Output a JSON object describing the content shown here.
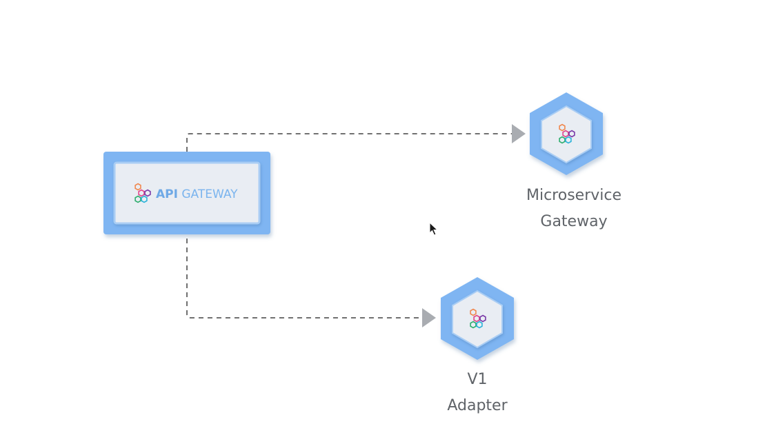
{
  "diagram": {
    "source": {
      "logo_text_strong": "API",
      "logo_text_rest": " GATEWAY"
    },
    "nodes": [
      {
        "id": "microservice-gateway",
        "label_lines": [
          "Microservice",
          "Gateway"
        ]
      },
      {
        "id": "v1-adapter",
        "label_lines": [
          "V1",
          "Adapter"
        ]
      }
    ],
    "edges": [
      {
        "from": "api-gateway",
        "to": "microservice-gateway",
        "style": "dashed"
      },
      {
        "from": "api-gateway",
        "to": "v1-adapter",
        "style": "dashed"
      }
    ]
  },
  "colors": {
    "node_blue": "#7fb5f2",
    "node_inner": "#e9edf3",
    "edge": "#6f6f6f",
    "arrowhead": "#a9acb1",
    "label": "#5f6368"
  },
  "icons": [
    "hex-cluster-icon",
    "cursor-icon"
  ]
}
